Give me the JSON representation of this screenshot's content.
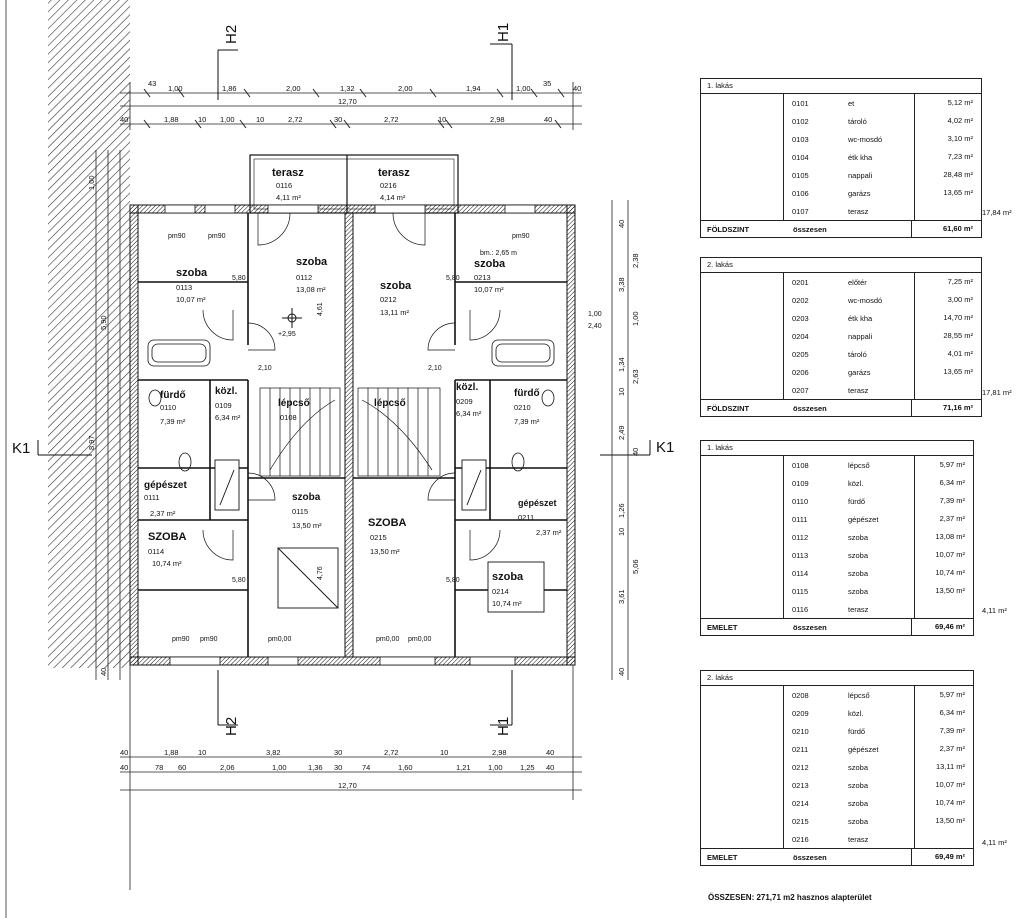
{
  "plan": {
    "section_labels": {
      "h2_top": "H2",
      "h1_top": "H1",
      "h2_bottom": "H2",
      "h1_bottom": "H1",
      "k1_left": "K1",
      "k1_right": "K1"
    },
    "top_dims_row1": [
      "43",
      "1,00",
      "1,86",
      "2,00",
      "1,32",
      "2,00",
      "1,94",
      "1,00",
      "35",
      "40"
    ],
    "top_total": "12,70",
    "top_dims_row2": [
      "40",
      "1,88",
      "10",
      "1,00",
      "10",
      "2,72",
      "30",
      "2,72",
      "10",
      "2,98",
      "40"
    ],
    "bottom_dims_row1": [
      "40",
      "1,88",
      "10",
      "3,82",
      "30",
      "2,72",
      "10",
      "2,98",
      "40"
    ],
    "bottom_dims_row2": [
      "40",
      "78",
      "60",
      "2,06",
      "1,00",
      "1,36",
      "30",
      "74",
      "1,60",
      "1,21",
      "1,00",
      "1,25",
      "40"
    ],
    "bottom_total": "12,70",
    "right_dims": [
      "40",
      "2,38",
      "3,38",
      "1,00",
      "2,63",
      "1,34",
      "10",
      "2,49",
      "40",
      "1,26",
      "10",
      "5,06",
      "3,61",
      "40"
    ],
    "left_dims": [
      "1,00",
      "8,97",
      "5,90",
      "40"
    ],
    "rooms": [
      {
        "name": "terasz",
        "code": "0116",
        "area": "4,11 m²"
      },
      {
        "name": "terasz",
        "code": "0216",
        "area": "4,14 m²"
      },
      {
        "name": "szoba",
        "code": "0113",
        "area": "10,07 m²"
      },
      {
        "name": "szoba",
        "code": "0112",
        "area": "13,08 m²"
      },
      {
        "name": "szoba",
        "code": "0212",
        "area": "13,11 m²"
      },
      {
        "name": "szoba",
        "code": "0213",
        "area": "10,07 m²"
      },
      {
        "name": "fürdő",
        "code": "0110",
        "area": "7,39 m²"
      },
      {
        "name": "közl.",
        "code": "0109",
        "area": "6,34 m²"
      },
      {
        "name": "lépcső",
        "code": "0108",
        "area": ""
      },
      {
        "name": "lépcső",
        "code": "",
        "area": ""
      },
      {
        "name": "közl.",
        "code": "0209",
        "area": "6,34 m²"
      },
      {
        "name": "fürdő",
        "code": "0210",
        "area": "7,39 m²"
      },
      {
        "name": "gépészet",
        "code": "0111",
        "area": "2,37 m²"
      },
      {
        "name": "gépészet",
        "code": "0211",
        "area": "2,37 m²"
      },
      {
        "name": "SZOBA",
        "code": "0114",
        "area": "10,74 m²"
      },
      {
        "name": "szoba",
        "code": "0115",
        "area": "13,50 m²"
      },
      {
        "name": "SZOBA",
        "code": "0215",
        "area": "13,50 m²"
      },
      {
        "name": "szoba",
        "code": "0214",
        "area": "10,74 m²"
      }
    ],
    "misc_labels": {
      "bm": "bm.: 2,65 m",
      "level": "+2,95",
      "pm90": "pm90",
      "pm000": "pm0,00",
      "d580": "5,80",
      "d210": "2,10",
      "d461": "4,61",
      "d476": "4,76",
      "d240": "2,40",
      "d100": "1,00"
    }
  },
  "tables": [
    {
      "title": "1. lakás",
      "rows": [
        {
          "code": "0101",
          "name": "et",
          "area": "5,12 m²"
        },
        {
          "code": "0102",
          "name": "tároló",
          "area": "4,02 m²"
        },
        {
          "code": "0103",
          "name": "wc-mosdó",
          "area": "3,10 m²"
        },
        {
          "code": "0104",
          "name": "étk kha",
          "area": "7,23 m²"
        },
        {
          "code": "0105",
          "name": "nappali",
          "area": "28,48 m²"
        },
        {
          "code": "0106",
          "name": "garázs",
          "area": "13,65 m²"
        },
        {
          "code": "0107",
          "name": "terasz",
          "area": ""
        }
      ],
      "outside_value": "17,84 m²",
      "footer": {
        "level": "FÖLDSZINT",
        "label": "összesen",
        "total": "61,60 m²"
      }
    },
    {
      "title": "2. lakás",
      "rows": [
        {
          "code": "0201",
          "name": "előtér",
          "area": "7,25 m²"
        },
        {
          "code": "0202",
          "name": "wc-mosdó",
          "area": "3,00 m²"
        },
        {
          "code": "0203",
          "name": "étk kha",
          "area": "14,70 m²"
        },
        {
          "code": "0204",
          "name": "nappali",
          "area": "28,55 m²"
        },
        {
          "code": "0205",
          "name": "tároló",
          "area": "4,01 m²"
        },
        {
          "code": "0206",
          "name": "garázs",
          "area": "13,65 m²"
        },
        {
          "code": "0207",
          "name": "terasz",
          "area": ""
        }
      ],
      "outside_value": "17,81 m²",
      "footer": {
        "level": "FÖLDSZINT",
        "label": "összesen",
        "total": "71,16 m²"
      }
    },
    {
      "title": "1. lakás",
      "rows": [
        {
          "code": "0108",
          "name": "lépcső",
          "area": "5,97 m²"
        },
        {
          "code": "0109",
          "name": "közl.",
          "area": "6,34 m²"
        },
        {
          "code": "0110",
          "name": "fürdő",
          "area": "7,39 m²"
        },
        {
          "code": "0111",
          "name": "gépészet",
          "area": "2,37 m²"
        },
        {
          "code": "0112",
          "name": "szoba",
          "area": "13,08 m²"
        },
        {
          "code": "0113",
          "name": "szoba",
          "area": "10,07 m²"
        },
        {
          "code": "0114",
          "name": "szoba",
          "area": "10,74 m²"
        },
        {
          "code": "0115",
          "name": "szoba",
          "area": "13,50 m²"
        },
        {
          "code": "0116",
          "name": "terasz",
          "area": ""
        }
      ],
      "outside_value": "4,11 m²",
      "footer": {
        "level": "EMELET",
        "label": "összesen",
        "total": "69,46 m²"
      }
    },
    {
      "title": "2. lakás",
      "rows": [
        {
          "code": "0208",
          "name": "lépcső",
          "area": "5,97 m²"
        },
        {
          "code": "0209",
          "name": "közl.",
          "area": "6,34 m²"
        },
        {
          "code": "0210",
          "name": "fürdő",
          "area": "7,39 m²"
        },
        {
          "code": "0211",
          "name": "gépészet",
          "area": "2,37 m²"
        },
        {
          "code": "0212",
          "name": "szoba",
          "area": "13,11 m²"
        },
        {
          "code": "0213",
          "name": "szoba",
          "area": "10,07 m²"
        },
        {
          "code": "0214",
          "name": "szoba",
          "area": "10,74 m²"
        },
        {
          "code": "0215",
          "name": "szoba",
          "area": "13,50 m²"
        },
        {
          "code": "0216",
          "name": "terasz",
          "area": ""
        }
      ],
      "outside_value": "4,11 m²",
      "footer": {
        "level": "EMELET",
        "label": "összesen",
        "total": "69,49 m²"
      }
    }
  ],
  "summary": "ÖSSZESEN: 271,71 m2 hasznos alapterület"
}
